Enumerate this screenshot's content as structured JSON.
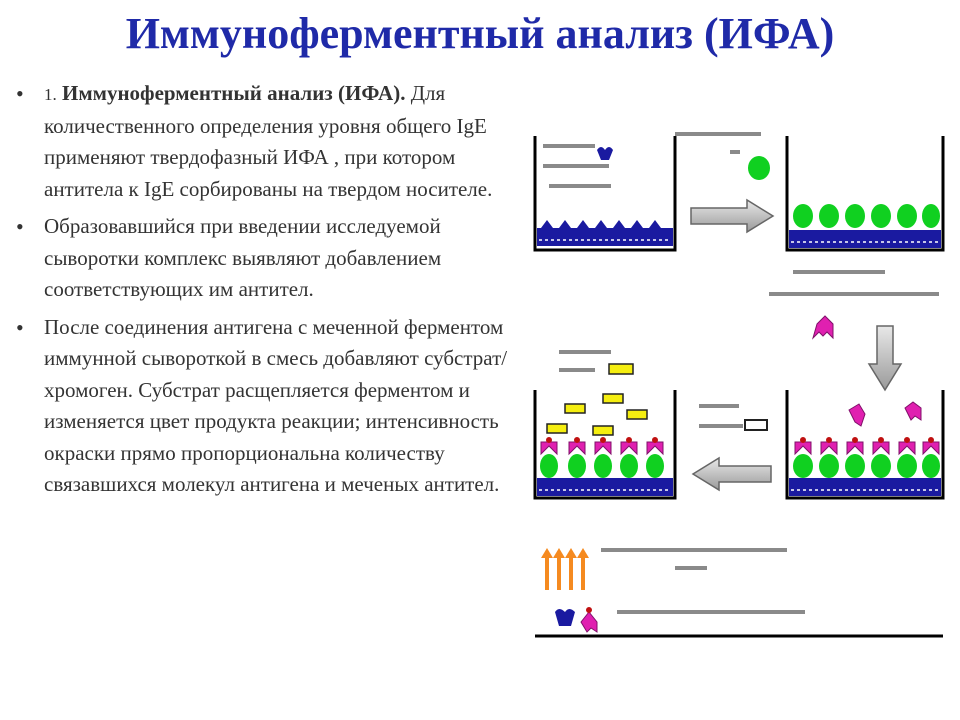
{
  "title": "Иммуноферментный анализ (ИФА)",
  "bullets": [
    {
      "number": "1.",
      "bold": "Иммуноферментный анализ (ИФА).",
      "text": " Для количественного определения уровня общего IgE применяют твердофазный ИФА , при котором антитела к IgE сорбированы на твердом носителе."
    },
    {
      "text": "Образовавшийся при введении исследуемой сыворотки комплекс выявляют добавлением соответствующих  им антител."
    },
    {
      "text": "После соединения антигена с меченной ферментом иммунной сывороткой в смесь добавляют субстрат/хромоген. Субстрат расщепляется ферментом и изменяется цвет продукта реакции; интенсивность окраски прямо пропорциональна количеству связавшихся молекул антигена и меченых антител."
    }
  ],
  "bullet_symbol": "•",
  "colors": {
    "title": "#1f2aa8",
    "text": "#333333",
    "antibody_blue": "#1a1aa0",
    "antigen_green": "#10d020",
    "enzyme_magenta": "#e020b0",
    "substrate_yellow": "#f5ee10",
    "arrow_orange": "#f58a20",
    "arrow_gray": "#bdbdbd"
  }
}
